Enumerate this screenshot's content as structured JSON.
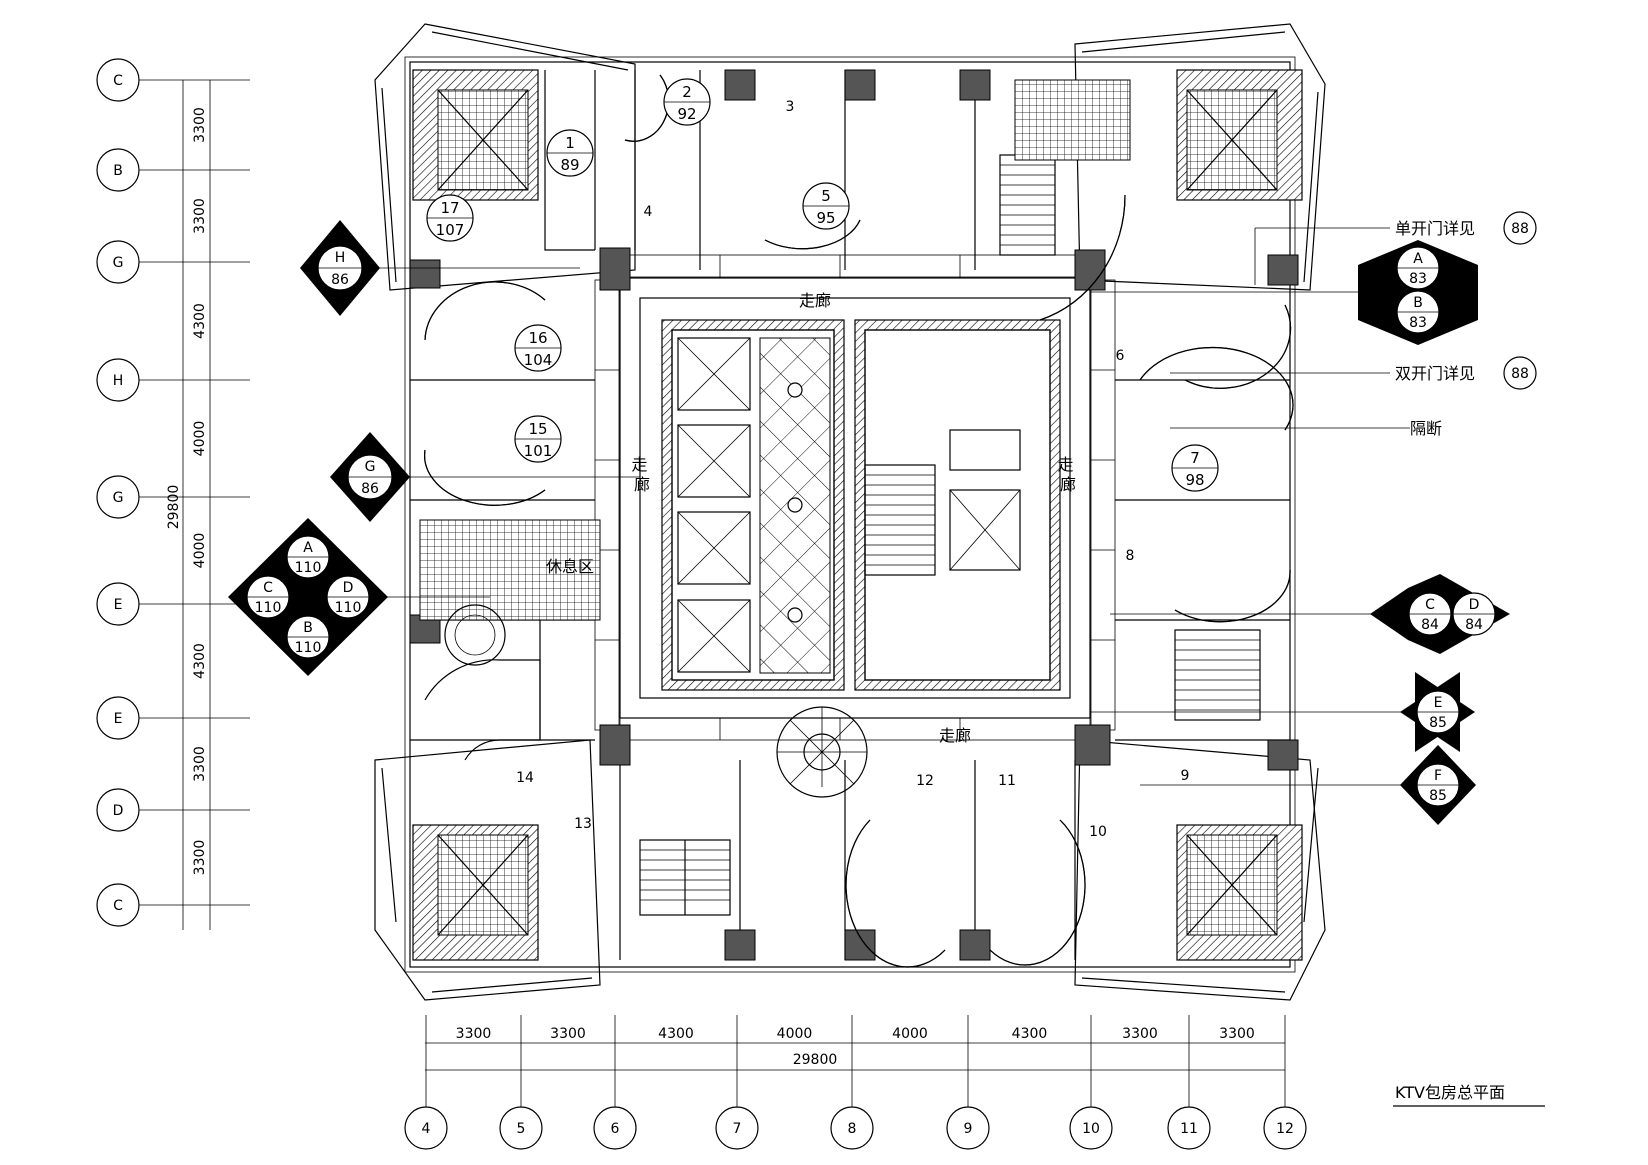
{
  "title": "KTV包房总平面",
  "labels": {
    "corridor_top": "走廊",
    "corridor_bottom": "走廊",
    "corridor_left": "走\n廊",
    "corridor_right": "走\n廊",
    "lounge": "休息区",
    "single_door": "单开门详见",
    "single_door_ref": "88",
    "double_door": "双开门详见",
    "double_door_ref": "88",
    "partition": "隔断"
  },
  "left_axes": [
    "C",
    "B",
    "G",
    "H",
    "G",
    "E",
    "E",
    "D",
    "C"
  ],
  "left_dims": [
    "3300",
    "3300",
    "4300",
    "4000",
    "4000",
    "4300",
    "3300",
    "3300"
  ],
  "left_total": "29800",
  "bottom_axes": [
    "4",
    "5",
    "6",
    "7",
    "8",
    "9",
    "10",
    "11",
    "12"
  ],
  "bottom_dims": [
    "3300",
    "3300",
    "4300",
    "4000",
    "4000",
    "4300",
    "3300",
    "3300"
  ],
  "bottom_total": "29800",
  "room_tags": [
    {
      "n": "2",
      "s": "92"
    },
    {
      "n": "1",
      "s": "89"
    },
    {
      "n": "5",
      "s": "95"
    },
    {
      "n": "17",
      "s": "107"
    },
    {
      "n": "16",
      "s": "104"
    },
    {
      "n": "15",
      "s": "101"
    },
    {
      "n": "7",
      "s": "98"
    }
  ],
  "room_numbers": [
    "3",
    "4",
    "6",
    "8",
    "9",
    "10",
    "11",
    "12",
    "13",
    "14"
  ],
  "section_marks": {
    "H": "86",
    "G": "86",
    "A83": "83",
    "B83": "83",
    "C84": "84",
    "D84": "84",
    "E85": "85",
    "F85": "85",
    "A110": "110",
    "B110": "110",
    "C110": "110",
    "D110": "110"
  },
  "mark_letters": {
    "H": "H",
    "G": "G",
    "A": "A",
    "B": "B",
    "C": "C",
    "D": "D",
    "E": "E",
    "F": "F"
  }
}
